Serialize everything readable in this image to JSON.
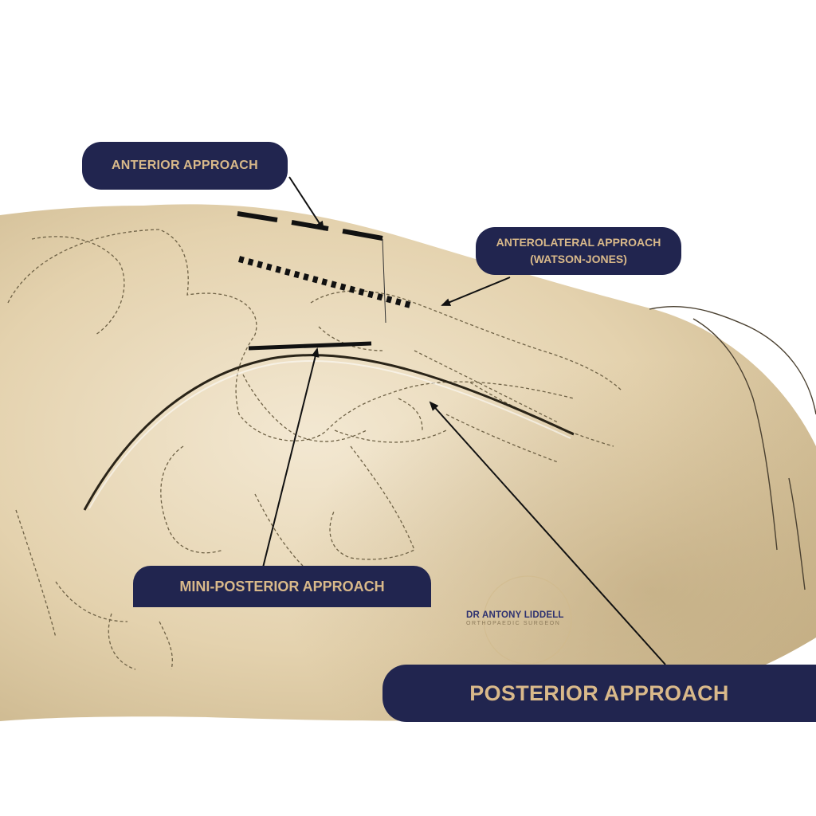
{
  "labels": {
    "anterior": "ANTERIOR APPROACH",
    "anterolateral": "ANTEROLATERAL APPROACH\n(WATSON-JONES)",
    "mini_posterior": "MINI-POSTERIOR APPROACH",
    "posterior": "POSTERIOR APPROACH"
  },
  "watermark": {
    "name": "DR ANTONY LIDDELL",
    "subtitle": "ORTHOPAEDIC SURGEON"
  },
  "colors": {
    "label_background": "#21254f",
    "label_text": "#d9b98a",
    "skin": "#e6d5b4",
    "incision": "#111111",
    "watermark_name": "#2d3170"
  }
}
